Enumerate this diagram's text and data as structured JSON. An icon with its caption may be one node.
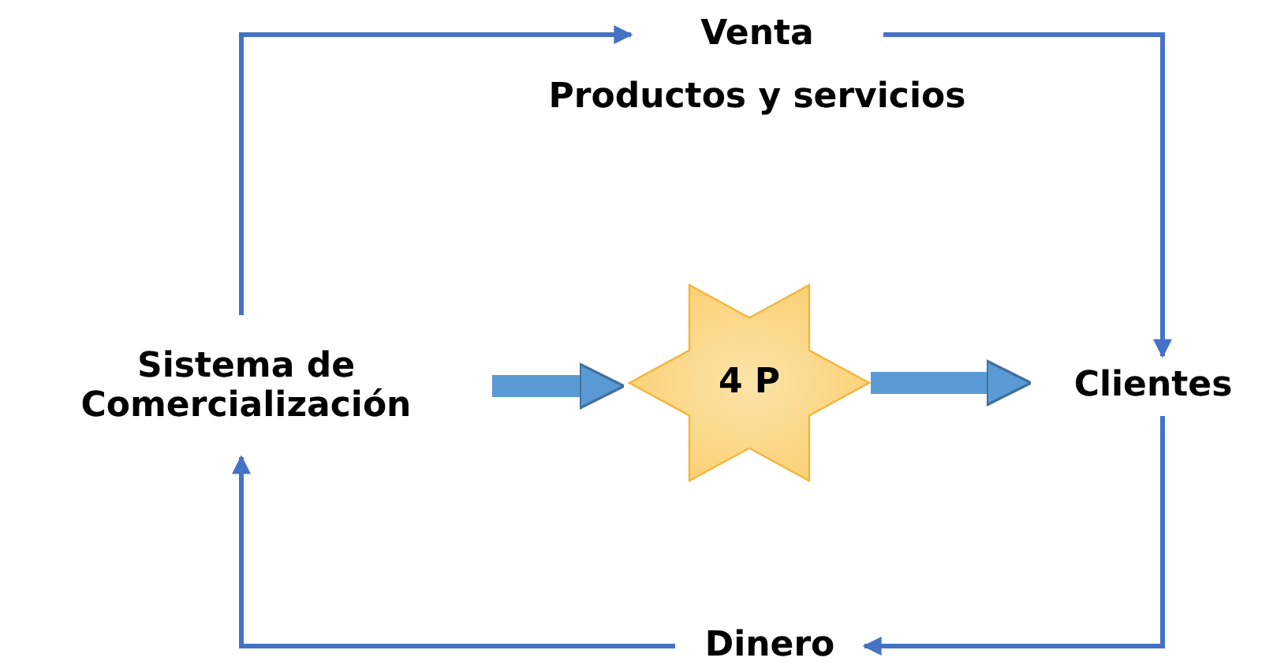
{
  "diagram": {
    "nodes": [
      {
        "text": [
          "Sistema de Comercialización"
        ]
      },
      {
        "text": [
          "4 P"
        ]
      },
      {
        "text": [
          "Clientes"
        ]
      },
      {
        "text": [
          "Venta"
        ],
        "beside": [
          "Productos y servicios"
        ]
      },
      {
        "text": [
          "Dinero"
        ]
      }
    ],
    "edges": [
      {
        "from": 0,
        "to": 3,
        "arrow": "to"
      },
      {
        "from": 3,
        "to": 2,
        "arrow": "to"
      },
      {
        "from": 2,
        "to": 4,
        "arrow": "to"
      },
      {
        "from": 4,
        "to": 0,
        "arrow": "to"
      },
      {
        "from": 0,
        "to": 1,
        "arrow": "to",
        "style": "thick"
      },
      {
        "from": 1,
        "to": 2,
        "arrow": "to",
        "style": "thick"
      }
    ]
  }
}
